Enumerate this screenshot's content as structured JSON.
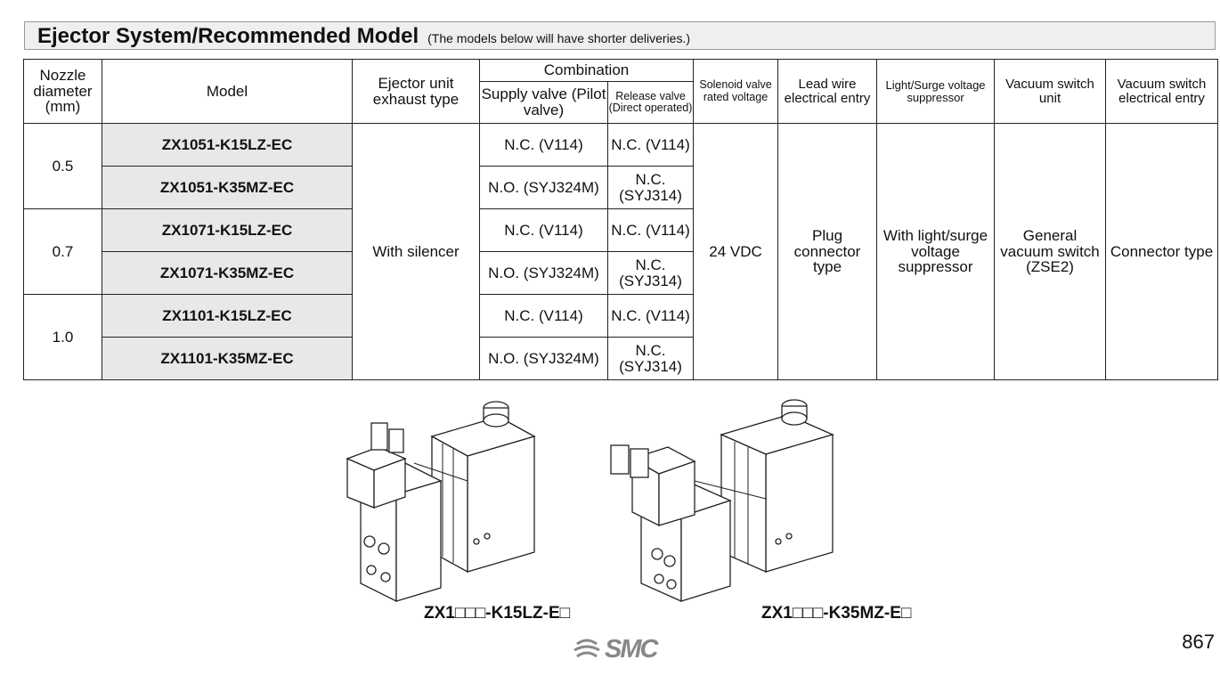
{
  "title": {
    "main": "Ejector System/Recommended Model",
    "sub": "(The models below will have shorter deliveries.)"
  },
  "table": {
    "headers": {
      "nozzle": "Nozzle diameter (mm)",
      "model": "Model",
      "exhaust": "Ejector unit exhaust type",
      "combination": "Combination",
      "supply": "Supply valve (Pilot valve)",
      "release": "Release valve (Direct operated)",
      "voltage": "Solenoid valve rated voltage",
      "lead": "Lead wire electrical entry",
      "surge": "Light/Surge voltage suppressor",
      "switch_unit": "Vacuum switch unit",
      "switch_entry": "Vacuum switch electrical entry"
    },
    "nozzles": [
      "0.5",
      "0.7",
      "1.0"
    ],
    "rows": [
      {
        "model": "ZX1051-K15LZ-EC",
        "supply": "N.C. (V114)",
        "release": "N.C. (V114)"
      },
      {
        "model": "ZX1051-K35MZ-EC",
        "supply": "N.O. (SYJ324M)",
        "release": "N.C. (SYJ314)"
      },
      {
        "model": "ZX1071-K15LZ-EC",
        "supply": "N.C. (V114)",
        "release": "N.C. (V114)"
      },
      {
        "model": "ZX1071-K35MZ-EC",
        "supply": "N.O. (SYJ324M)",
        "release": "N.C. (SYJ314)"
      },
      {
        "model": "ZX1101-K15LZ-EC",
        "supply": "N.C. (V114)",
        "release": "N.C. (V114)"
      },
      {
        "model": "ZX1101-K35MZ-EC",
        "supply": "N.O. (SYJ324M)",
        "release": "N.C. (SYJ314)"
      }
    ],
    "common": {
      "exhaust": "With silencer",
      "voltage": "24 VDC",
      "lead": "Plug connector type",
      "surge": "With light/surge voltage suppressor",
      "switch_unit": "General vacuum switch (ZSE2)",
      "switch_entry": "Connector type"
    }
  },
  "figures": [
    {
      "caption": "ZX1□□□-K15LZ-E□"
    },
    {
      "caption": "ZX1□□□-K35MZ-E□"
    }
  ],
  "logo": "SMC",
  "page_number": "867"
}
